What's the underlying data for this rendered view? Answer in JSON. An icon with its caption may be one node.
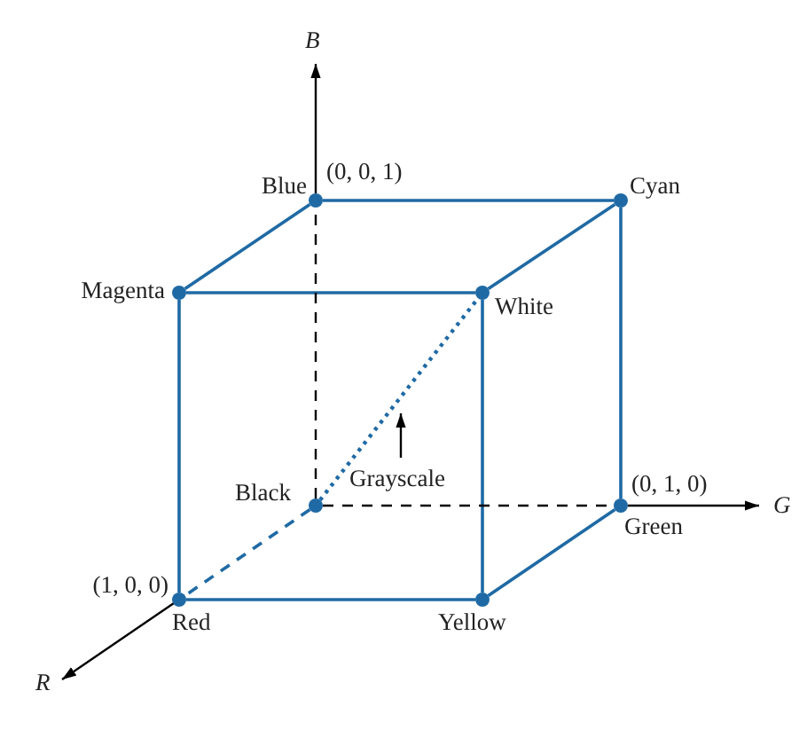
{
  "diagram": {
    "nodes": [
      {
        "text": [
          "Blue"
        ],
        "beside": [
          "(0, 0, 1)"
        ]
      },
      {
        "text": [
          "Cyan"
        ]
      },
      {
        "text": [
          "Magenta"
        ]
      },
      {
        "text": [
          "White"
        ]
      },
      {
        "text": [
          "Black"
        ]
      },
      {
        "text": [
          "Green"
        ],
        "beside": [
          "(0, 1, 0)"
        ]
      },
      {
        "text": [
          "Red"
        ],
        "beside": [
          "(1, 0, 0)"
        ]
      },
      {
        "text": [
          "Yellow"
        ]
      }
    ],
    "edges": [
      {
        "from": 0,
        "to": 1,
        "arrow": "none"
      },
      {
        "from": 2,
        "to": 0,
        "arrow": "none"
      },
      {
        "from": 2,
        "to": 3,
        "arrow": "none"
      },
      {
        "from": 3,
        "to": 1,
        "arrow": "none"
      },
      {
        "from": 1,
        "to": 5,
        "arrow": "none"
      },
      {
        "from": 2,
        "to": 6,
        "arrow": "none"
      },
      {
        "from": 3,
        "to": 7,
        "arrow": "none"
      },
      {
        "from": 6,
        "to": 7,
        "arrow": "none"
      },
      {
        "from": 7,
        "to": 5,
        "arrow": "none"
      },
      {
        "from": 4,
        "to": 0,
        "arrow": "none",
        "style": "dashed",
        "color": "#000000"
      },
      {
        "from": 4,
        "to": 5,
        "arrow": "none",
        "style": "dashed",
        "color": "#000000"
      },
      {
        "from": 4,
        "to": 6,
        "arrow": "none",
        "style": "dashed"
      },
      {
        "from": 4,
        "to": 3,
        "arrow": "none",
        "style": "dashed"
      }
    ],
    "labels": [
      "B",
      "Grayscale",
      "G",
      "R"
    ]
  }
}
